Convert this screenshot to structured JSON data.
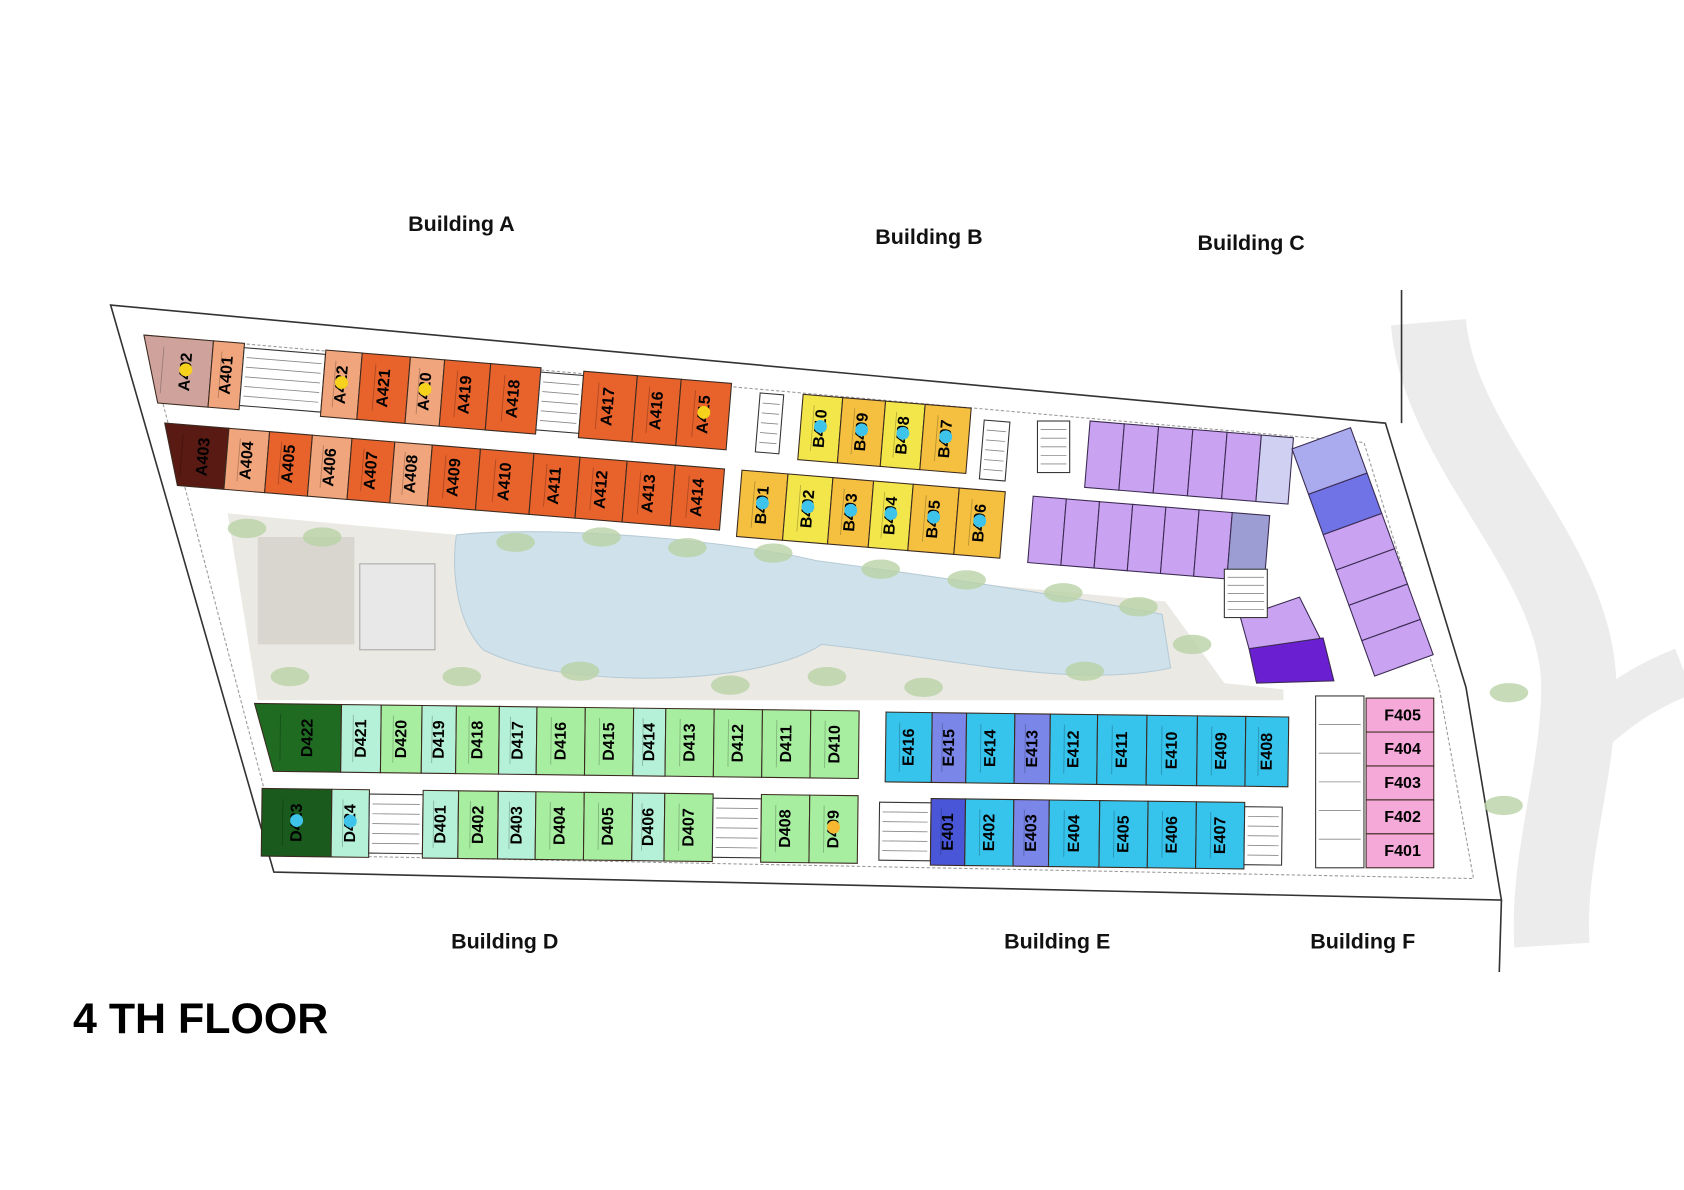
{
  "title": "4 TH FLOOR",
  "colors": {
    "unit_stroke": "#3a2a20",
    "pool": "#cfe2ec",
    "plaza": "#ebe9e3",
    "tree": "#b9d2a6",
    "road": "#ececec",
    "dot_yellow": "#f7d21c",
    "dot_cyan": "#3ec3ea",
    "dot_orange": "#f5b830"
  },
  "buildings": [
    {
      "key": "A",
      "name": "Building A",
      "rows": [
        [
          {
            "id": "A402",
            "color": "#cfa39c",
            "dot": "dot_yellow"
          },
          {
            "id": "A401",
            "color": "#f0a57c"
          },
          {
            "id": "A422",
            "color": "#f0a57c",
            "dot": "dot_yellow"
          },
          {
            "id": "A421",
            "color": "#e8622c"
          },
          {
            "id": "A420",
            "color": "#f0a57c",
            "dot": "dot_yellow"
          },
          {
            "id": "A419",
            "color": "#e8622c"
          },
          {
            "id": "A418",
            "color": "#e8622c"
          },
          {
            "id": "A417",
            "color": "#e8622c"
          },
          {
            "id": "A416",
            "color": "#e8622c"
          },
          {
            "id": "A415",
            "color": "#e8622c",
            "dot": "dot_yellow"
          }
        ],
        [
          {
            "id": "A403",
            "color": "#5a1a14"
          },
          {
            "id": "A404",
            "color": "#f0a57c"
          },
          {
            "id": "A405",
            "color": "#e8622c"
          },
          {
            "id": "A406",
            "color": "#f0a57c"
          },
          {
            "id": "A407",
            "color": "#e8622c"
          },
          {
            "id": "A408",
            "color": "#f0a57c"
          },
          {
            "id": "A409",
            "color": "#e8622c"
          },
          {
            "id": "A410",
            "color": "#e8622c"
          },
          {
            "id": "A411",
            "color": "#e8622c"
          },
          {
            "id": "A412",
            "color": "#e8622c"
          },
          {
            "id": "A413",
            "color": "#e8622c"
          },
          {
            "id": "A414",
            "color": "#e8622c"
          }
        ]
      ]
    },
    {
      "key": "B",
      "name": "Building B",
      "rows": [
        [
          {
            "id": "B410",
            "color": "#f3e64a",
            "dot": "dot_cyan"
          },
          {
            "id": "B409",
            "color": "#f5c040",
            "dot": "dot_cyan"
          },
          {
            "id": "B408",
            "color": "#f3e64a",
            "dot": "dot_cyan"
          },
          {
            "id": "B407",
            "color": "#f5c040",
            "dot": "dot_cyan"
          }
        ],
        [
          {
            "id": "B401",
            "color": "#f5c040",
            "dot": "dot_cyan"
          },
          {
            "id": "B402",
            "color": "#f3e64a",
            "dot": "dot_cyan"
          },
          {
            "id": "B403",
            "color": "#f5c040",
            "dot": "dot_cyan"
          },
          {
            "id": "B404",
            "color": "#f3e64a",
            "dot": "dot_cyan"
          },
          {
            "id": "B405",
            "color": "#f5c040",
            "dot": "dot_cyan"
          },
          {
            "id": "B406",
            "color": "#f5c040",
            "dot": "dot_cyan"
          }
        ]
      ]
    },
    {
      "key": "C",
      "name": "Building C",
      "units": [
        "#c9a2f2",
        "#c9a2f2",
        "#c9a2f2",
        "#c9a2f2",
        "#c9a2f2",
        "#cfd0f2",
        "#c9a2f2",
        "#c9a2f2",
        "#c9a2f2",
        "#c9a2f2",
        "#c9a2f2",
        "#c9a2f2",
        "#9c9dd2",
        "#a9abee",
        "#6f73e6",
        "#c9a2f2",
        "#c9a2f2",
        "#c9a2f2",
        "#c9a2f2",
        "#c9a2f2",
        "#6a1fd1"
      ]
    },
    {
      "key": "D",
      "name": "Building D",
      "rows": [
        [
          {
            "id": "D422",
            "color": "#1f6b22"
          },
          {
            "id": "D421",
            "color": "#b5f0d8"
          },
          {
            "id": "D420",
            "color": "#a8eea0"
          },
          {
            "id": "D419",
            "color": "#b5f0d8"
          },
          {
            "id": "D418",
            "color": "#a8eea0"
          },
          {
            "id": "D417",
            "color": "#b5f0d8"
          },
          {
            "id": "D416",
            "color": "#a8eea0"
          },
          {
            "id": "D415",
            "color": "#a8eea0"
          },
          {
            "id": "D414",
            "color": "#b5f0d8"
          },
          {
            "id": "D413",
            "color": "#a8eea0"
          },
          {
            "id": "D412",
            "color": "#a8eea0"
          },
          {
            "id": "D411",
            "color": "#a8eea0"
          },
          {
            "id": "D410",
            "color": "#a8eea0"
          }
        ],
        [
          {
            "id": "D423",
            "color": "#1a5a1c",
            "dot": "dot_cyan"
          },
          {
            "id": "D424",
            "color": "#b5f0d8",
            "dot": "dot_cyan"
          },
          {
            "id": "D401",
            "color": "#b5f0d8"
          },
          {
            "id": "D402",
            "color": "#a8eea0"
          },
          {
            "id": "D403",
            "color": "#b5f0d8"
          },
          {
            "id": "D404",
            "color": "#a8eea0"
          },
          {
            "id": "D405",
            "color": "#a8eea0"
          },
          {
            "id": "D406",
            "color": "#b5f0d8"
          },
          {
            "id": "D407",
            "color": "#a8eea0"
          },
          {
            "id": "D408",
            "color": "#a8eea0"
          },
          {
            "id": "D409",
            "color": "#a8eea0",
            "dot": "dot_orange"
          }
        ]
      ]
    },
    {
      "key": "E",
      "name": "Building E",
      "rows": [
        [
          {
            "id": "E416",
            "color": "#36c3ec"
          },
          {
            "id": "E415",
            "color": "#7a86e8"
          },
          {
            "id": "E414",
            "color": "#36c3ec"
          },
          {
            "id": "E413",
            "color": "#7a86e8"
          },
          {
            "id": "E412",
            "color": "#36c3ec"
          },
          {
            "id": "E411",
            "color": "#36c3ec"
          },
          {
            "id": "E410",
            "color": "#36c3ec"
          },
          {
            "id": "E409",
            "color": "#36c3ec"
          },
          {
            "id": "E408",
            "color": "#36c3ec"
          }
        ],
        [
          {
            "id": "E401",
            "color": "#4a56d8"
          },
          {
            "id": "E402",
            "color": "#36c3ec"
          },
          {
            "id": "E403",
            "color": "#7a86e8"
          },
          {
            "id": "E404",
            "color": "#36c3ec"
          },
          {
            "id": "E405",
            "color": "#36c3ec"
          },
          {
            "id": "E406",
            "color": "#36c3ec"
          },
          {
            "id": "E407",
            "color": "#36c3ec"
          }
        ]
      ]
    },
    {
      "key": "F",
      "name": "Building F",
      "rows": [
        [
          {
            "id": "F405",
            "color": "#f5a9d8"
          },
          {
            "id": "F404",
            "color": "#f5a9d8"
          },
          {
            "id": "F403",
            "color": "#f5a9d8"
          },
          {
            "id": "F402",
            "color": "#f5a9d8"
          },
          {
            "id": "F401",
            "color": "#f5a9d8"
          }
        ]
      ]
    }
  ]
}
